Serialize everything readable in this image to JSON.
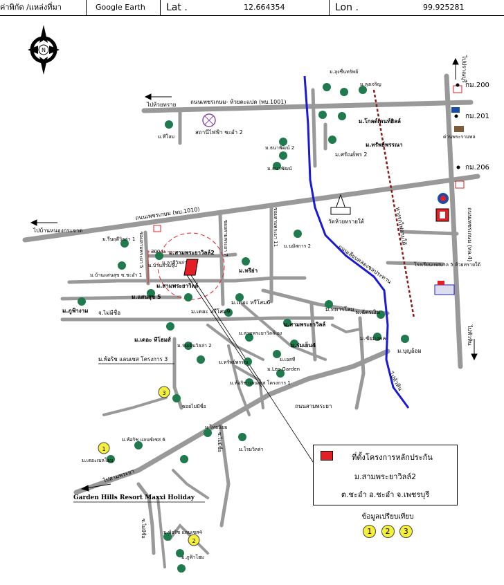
{
  "header": {
    "location_label": "ค่าพิกัด /แหล่งที่มา",
    "source": "Google Earth",
    "lat_label": "Lat .",
    "lat_value": "12.664354",
    "lon_label": "Lon .",
    "lon_value": "99.925281"
  },
  "compass": {
    "letter": "N",
    "icon": "north-arrow-icon"
  },
  "roads": {
    "top_road": "ถนนเพชรเกษม- ห้วยตะแปด (พบ.1001)",
    "main_road": "ถนนเพชรเกษม (พบ.1010)",
    "highway": "ถนนเพชรเกษม (ทล.4)",
    "sam_phraya": "ถนนสามพระยา",
    "railway": "ทางรถไฟสายใต้",
    "canal": "ถนนเลียบคลองชลประทาน",
    "soi_7": "ซอยสามพระยา 7",
    "soi_11": "ซอยสามพระยา 11",
    "soi_5": "ซอยสามพระยา 5",
    "soi_mai_mee": "ซอยไม่มีชื่อ",
    "soi_mai_mee_2": "ซ.ไม่มีชื่อ",
    "soi_bottom": "ซ.ไม่มีชื่อ",
    "samphraya_road_label": "ถ.สามพระยา"
  },
  "directions": {
    "to_huai_sai": "ไปห้วยทราย",
    "to_khlong_krachao": "ไปบ้านหนองกระจาด",
    "to_pran": "ไปปราณบุรี",
    "to_hua_hin": "ไปหัวหิน",
    "to_hua_hin_2": "ไปหัวหิน",
    "to_sam_phraya": "ไปสามพระยา"
  },
  "km_markers": [
    "กม.200",
    "กม.201",
    "กม.206"
  ],
  "places": {
    "power_station": "สถานีไฟฟ้า ชะอำ 2",
    "temple": "วัดห้วยทรายใต้",
    "school": "โรงเรียนเทศบาล 5 ห้วยทรายใต้",
    "police": "ด่านพระรามพล"
  },
  "villages": [
    "ม.ลุงชื่นทรัพย์",
    "ม.ลุงเจริญ",
    "ม.ทีโสม",
    "ม.โกลด์เดนท์ฮิลล์",
    "ม.ทรัพย์พรรณา",
    "ม.ธนาพัฒน์ 2",
    "ม.ธนาพัฒน์",
    "ม.ศรัณย์พร 2",
    "ม.รื่นฤดีวิลล่า 1",
    "ม.บ้านสวนจุ๊บ",
    "ม.สามพระยาวิลล์2",
    "ม.ลาลีวิลล่า",
    "ม.บ้านแสนสุข ซ.ชะอำ 1",
    "ม.สามพระยาวิลล์",
    "ม.ทรีย่า",
    "ม.นมัสการ 2",
    "ม.แสนสุข 5",
    "ม.เดอะ ทรีโสม6",
    "ม.ภูฟ้างาม",
    "จ.ไม่มีชื่อ",
    "ม.เดอะ ทรีโสม9",
    "ม.ทหารโสม",
    "ม.ฉัตรเงิน",
    "ม.สามพระยาวิลล์",
    "ม.เดอะ ทีโฮมส์",
    "ม.สามพระยาวิลล์เอง",
    "ม.ร่มเย็นวิลล่า 2",
    "ม.ร่มเย็น4",
    "ม.ชัยมงคล",
    "ม.บุญอ้อม",
    "ม.พ้อริช แลนเซส โครงการ 3",
    "ม.เอสที",
    "ม.ทรัพย์พรรณ",
    "ม.Leo Garden",
    "ม.พ้อริช แลนเซส โครงการ 1",
    "ม.ไทยนิยม",
    "ม.พ้อริช แลนซ์เซส 6",
    "ม.โรมวิลล่า",
    "ม.เดอะเบลโฮม",
    "ม.พ้อริช แลนเซส4",
    "ม.ภูฟ้าโฮม"
  ],
  "resort": "Garden Hills Resort Maxxi Holiday",
  "distance_label": "300 ม.",
  "markers": [
    "1",
    "2",
    "3"
  ],
  "legend": {
    "title": "ที่ตั้งโครงการหลักประกัน",
    "project": "ม.สามพระยาวิลล์2",
    "address": "ต.ชะอำ อ.ชะอำ จ.เพชรบุรี"
  },
  "compare": {
    "title": "ข้อมูลเปรียบเทียบ",
    "items": [
      "1",
      "2",
      "3"
    ]
  },
  "colors": {
    "road": "#999999",
    "canal": "#1a1ad6",
    "railway": "#8b1a1a",
    "project": "#e31e24",
    "marker": "#f5f03b",
    "tree": "#1f7a4d"
  }
}
